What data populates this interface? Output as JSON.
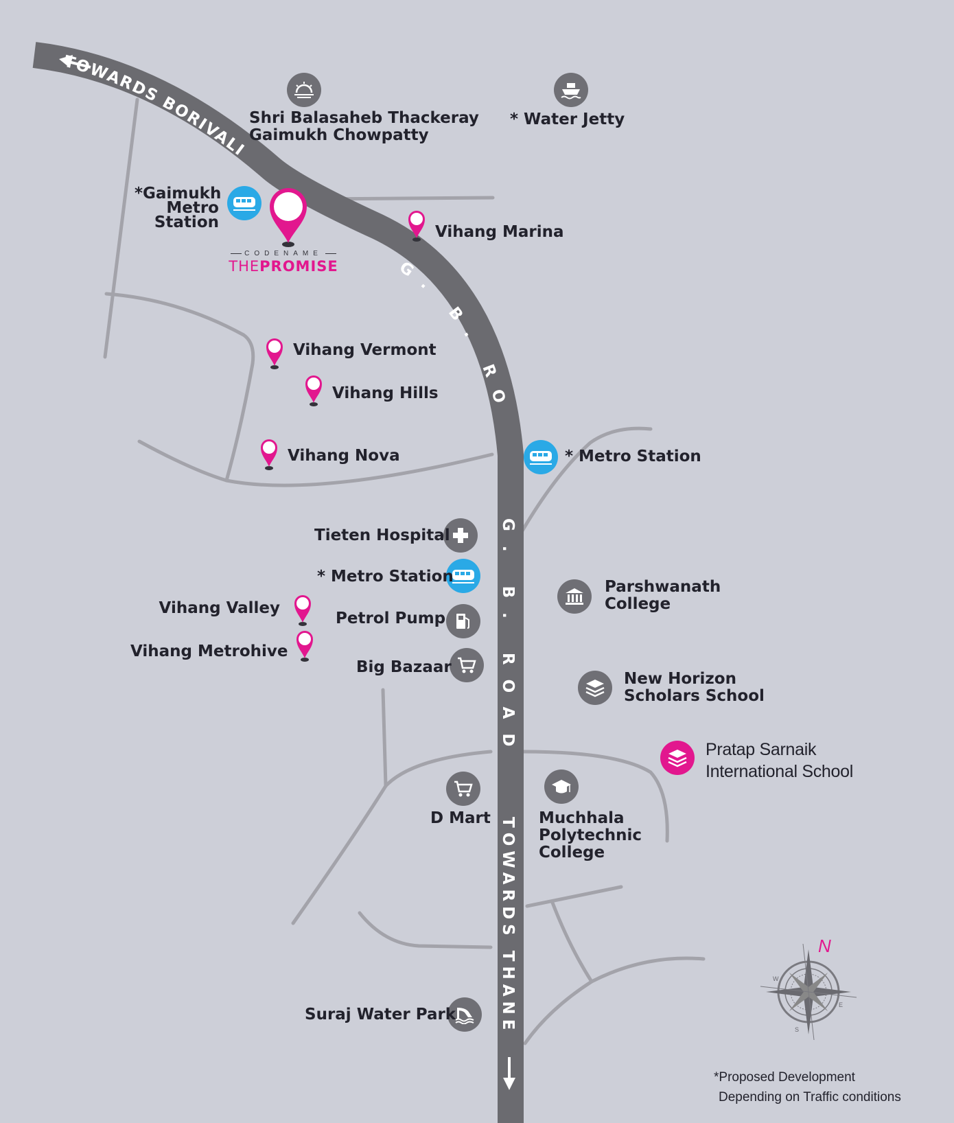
{
  "roads": {
    "towards_borivali": "TOWARDS BORIVALI",
    "gb_road": "G. B. ROAD",
    "towards_thane": "TOWARDS THANE"
  },
  "project": {
    "codename": "CODENAME",
    "name_light": "THE",
    "name_bold": "PROMISE"
  },
  "landmarks": {
    "chowpatty_line1": "Shri Balasaheb Thackeray",
    "chowpatty_line2": "Gaimukh Chowpatty",
    "water_jetty": "* Water Jetty",
    "gaimukh_metro_line1": "*Gaimukh",
    "gaimukh_metro_line2": "Metro",
    "gaimukh_metro_line3": "Station",
    "vihang_marina": "Vihang Marina",
    "vihang_vermont": "Vihang Vermont",
    "vihang_hills": "Vihang Hills",
    "vihang_nova": "Vihang Nova",
    "metro_station_east": "* Metro Station",
    "tieten_hospital": "Tieten Hospital",
    "metro_station_west": "* Metro Station",
    "parshwanath_line1": "Parshwanath",
    "parshwanath_line2": "College",
    "vihang_valley": "Vihang Valley",
    "petrol_pump": "Petrol Pump",
    "vihang_metrohive": "Vihang Metrohive",
    "big_bazaar": "Big Bazaar",
    "new_horizon_line1": "New Horizon",
    "new_horizon_line2": "Scholars School",
    "pratap_line1": "Pratap Sarnaik",
    "pratap_line2": "International School",
    "d_mart": "D Mart",
    "muchhala_line1": "Muchhala",
    "muchhala_line2": "Polytechnic",
    "muchhala_line3": "College",
    "suraj_water_park": "Suraj Water Park"
  },
  "compass": {
    "north": "N",
    "south": "S",
    "east": "E",
    "west": "W"
  },
  "notes": {
    "line1": "*Proposed Development",
    "line2": "Depending on Traffic conditions"
  },
  "icons": {
    "chowpatty": "sunset-icon",
    "water_jetty": "ship-icon",
    "metro": "metro-train-icon",
    "hospital": "medical-cross-icon",
    "college": "building-columns-icon",
    "petrol_pump": "fuel-pump-icon",
    "shopping": "shopping-cart-icon",
    "school": "stacked-books-icon",
    "polytechnic": "graduation-cap-icon",
    "water_park": "water-slide-icon",
    "residence": "location-pin-icon"
  },
  "colors": {
    "background": "#cdcfd8",
    "main_road": "#6b6b70",
    "side_road": "#a3a3aa",
    "accent_pink": "#e2178e",
    "metro_blue": "#2aa9e6",
    "icon_grey": "#6f6f75",
    "text": "#22222c"
  }
}
